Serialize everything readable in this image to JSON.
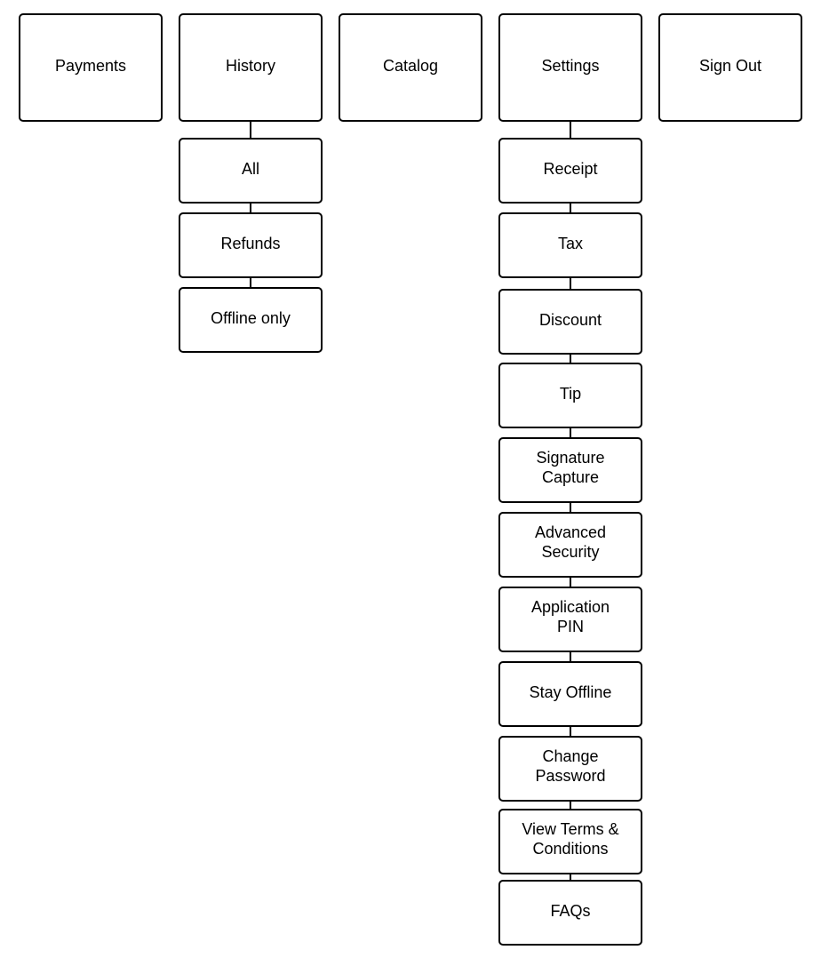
{
  "top_level": {
    "payments": "Payments",
    "history": "History",
    "catalog": "Catalog",
    "settings": "Settings",
    "sign_out": "Sign Out"
  },
  "history": {
    "all": "All",
    "refunds": "Refunds",
    "offline_only": "Offline only"
  },
  "settings": {
    "receipt": "Receipt",
    "tax": "Tax",
    "discount": "Discount",
    "tip": "Tip",
    "signature_capture": "Signature\nCapture",
    "advanced_security": "Advanced\nSecurity",
    "application_pin": "Application\nPIN",
    "stay_offline": "Stay Offline",
    "change_password": "Change\nPassword",
    "view_terms": "View Terms &\nConditions",
    "faqs": "FAQs"
  }
}
